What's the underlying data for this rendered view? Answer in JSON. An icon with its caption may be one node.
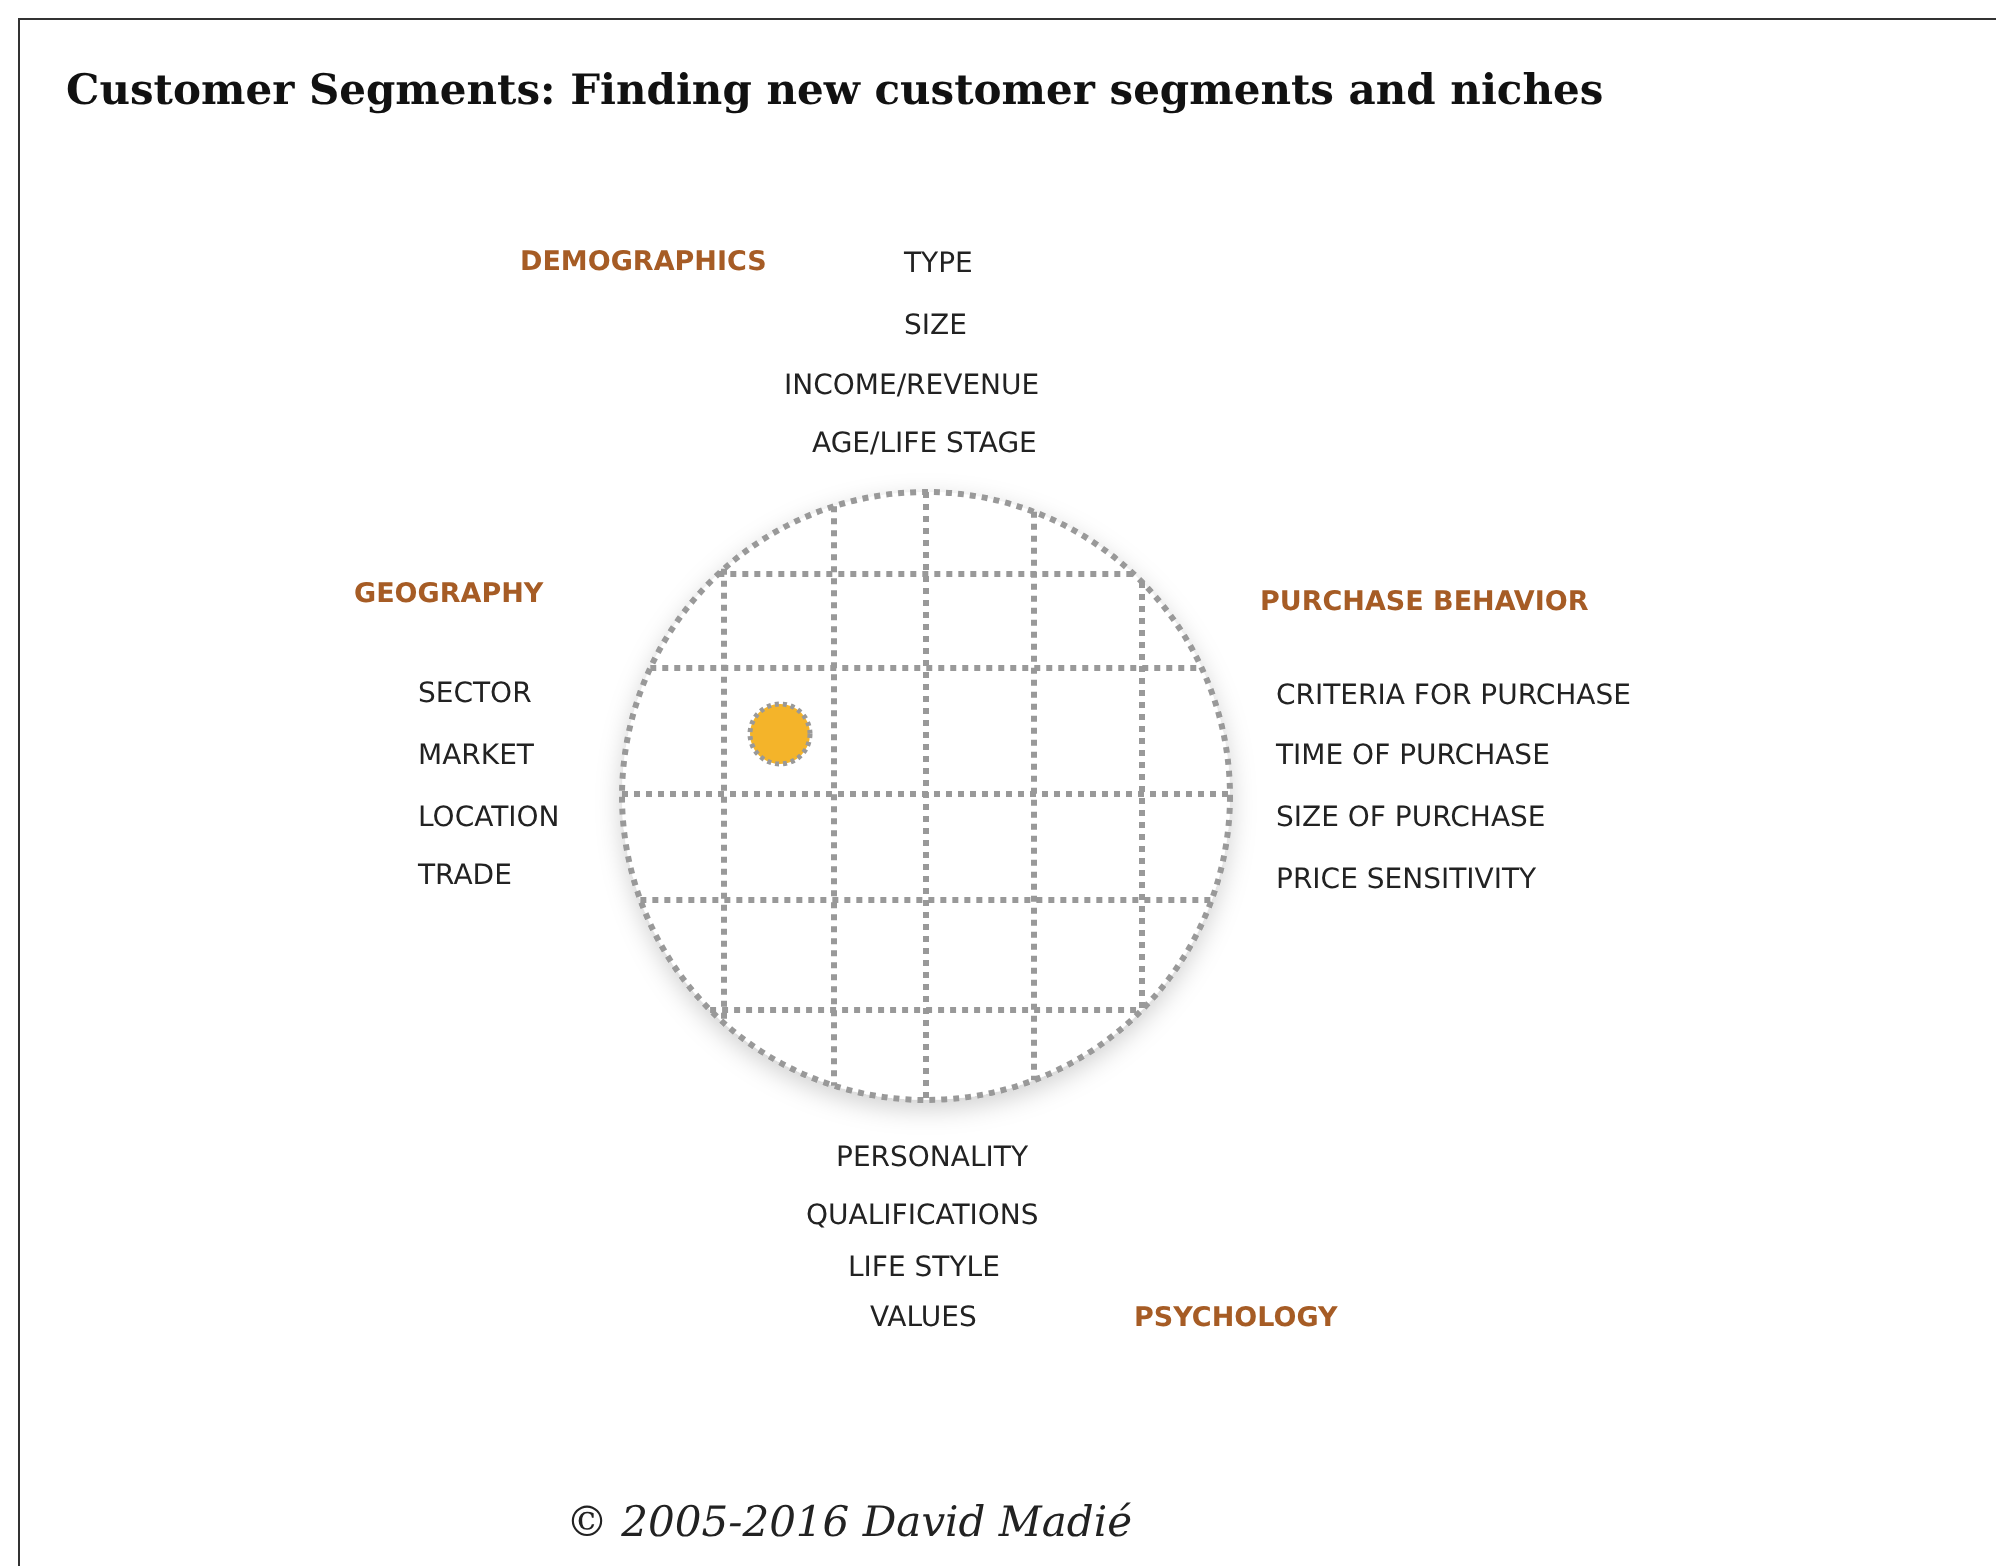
{
  "diagram": {
    "title": "Customer Segments: Finding new customer segments and niches",
    "caption": "© 2005-2016 David Madié",
    "labels": [
      "DEMOGRAPHICS",
      "TYPE",
      "SIZE",
      "INCOME/REVENUE",
      "AGE/LIFE STAGE",
      "GEOGRAPHY",
      "PURCHASE BEHAVIOR",
      "SECTOR",
      "CRITERIA FOR PURCHASE",
      "MARKET",
      "TIME OF PURCHASE",
      "LOCATION",
      "SIZE OF PURCHASE",
      "TRADE",
      "PRICE SENSITIVITY",
      "PERSONALITY",
      "QUALIFICATIONS",
      "LIFE STYLE",
      "VALUES",
      "PSYCHOLOGY"
    ]
  }
}
